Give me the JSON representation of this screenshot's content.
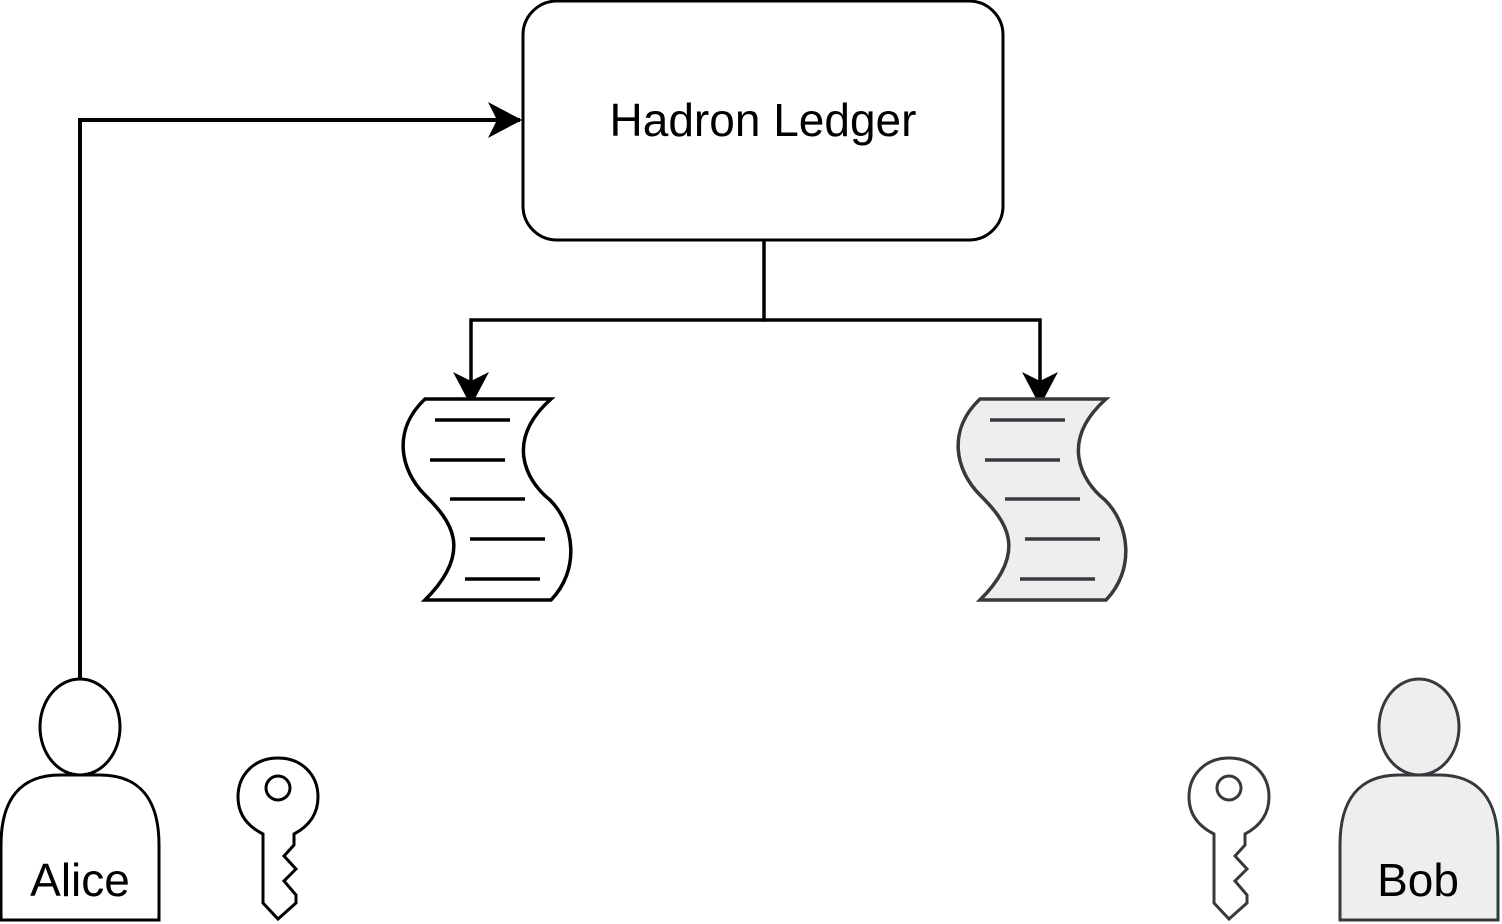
{
  "diagram": {
    "ledger": {
      "label": "Hadron Ledger"
    },
    "actors": {
      "alice": {
        "label": "Alice",
        "fill": "#ffffff",
        "stroke": "#000000"
      },
      "bob": {
        "label": "Bob",
        "fill": "#eeeeee",
        "stroke": "#36393d"
      }
    },
    "documents": {
      "alice_copy": {
        "icon": "scroll-document-icon",
        "fill": "#ffffff",
        "stroke": "#000000"
      },
      "bob_copy": {
        "icon": "scroll-document-icon",
        "fill": "#eeeeee",
        "stroke": "#36393d"
      }
    },
    "keys": {
      "alice_key": {
        "icon": "key-icon",
        "stroke": "#000000"
      },
      "bob_key": {
        "icon": "key-icon",
        "stroke": "#36393d"
      }
    },
    "edges": [
      {
        "from": "alice",
        "to": "ledger"
      },
      {
        "from": "ledger",
        "to": "alice_copy"
      },
      {
        "from": "ledger",
        "to": "bob_copy"
      }
    ]
  }
}
